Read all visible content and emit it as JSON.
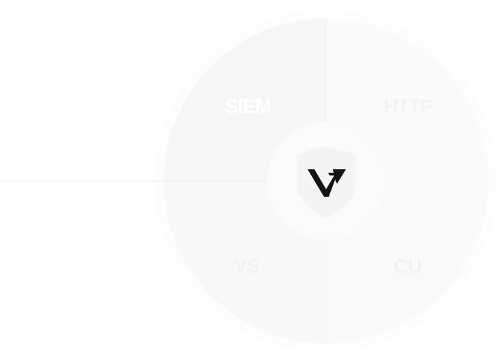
{
  "diagram": {
    "segments": [
      {
        "key": "top-left",
        "label": "SIEM",
        "fill": "#f6f6f6",
        "label_color": "#ffffff"
      },
      {
        "key": "top-right",
        "label": "HTTP",
        "fill": "#fafafa",
        "label_color": "#f3f3f3"
      },
      {
        "key": "bottom-left",
        "label": "VS",
        "fill": "#f8f8f8",
        "label_color": "#f2f2f2"
      },
      {
        "key": "bottom-right",
        "label": "CU",
        "fill": "#f9f9f9",
        "label_color": "#f1f1f1"
      }
    ],
    "outer_ring_color": "#fdfdfd",
    "divider_color": "#eeeeee",
    "center": {
      "disc_color": "#fbfbfb",
      "shield_color": "#f4f4f4",
      "logo_icon": "v-logo-icon",
      "logo_color": "#141414"
    }
  }
}
